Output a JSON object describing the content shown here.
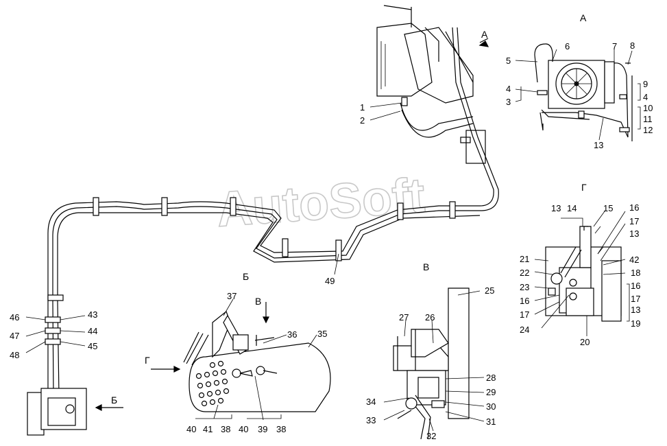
{
  "watermark": "AutoSoft",
  "view_labels": {
    "a": "А",
    "b": "Б",
    "v": "В",
    "g": "Г"
  },
  "callouts": [
    "1",
    "2",
    "3",
    "4",
    "4",
    "5",
    "6",
    "7",
    "8",
    "9",
    "10",
    "11",
    "12",
    "13",
    "13",
    "13",
    "13",
    "14",
    "15",
    "16",
    "16",
    "16",
    "17",
    "17",
    "17",
    "18",
    "19",
    "20",
    "21",
    "22",
    "23",
    "24",
    "25",
    "26",
    "27",
    "28",
    "29",
    "30",
    "31",
    "32",
    "33",
    "34",
    "35",
    "36",
    "37",
    "38",
    "38",
    "39",
    "40",
    "40",
    "41",
    "42",
    "43",
    "44",
    "45",
    "46",
    "47",
    "48",
    "49"
  ]
}
